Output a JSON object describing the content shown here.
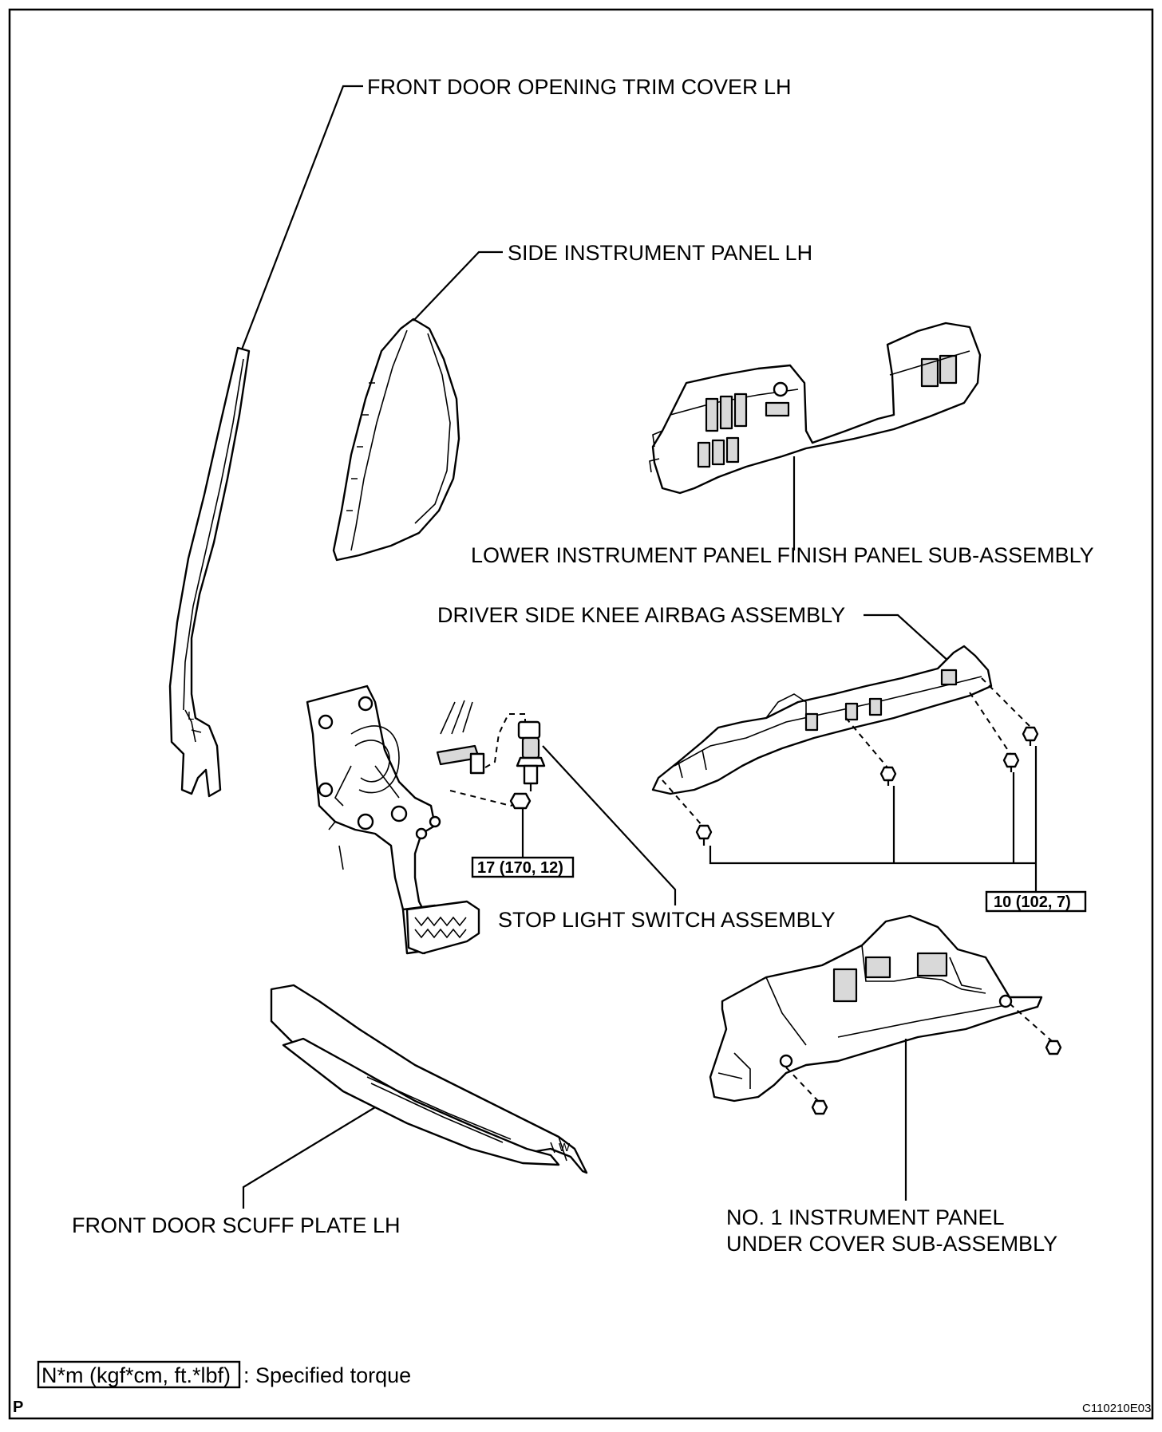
{
  "labels": {
    "front_door_opening_trim_cover": "FRONT DOOR OPENING TRIM COVER LH",
    "side_instrument_panel": "SIDE INSTRUMENT PANEL LH",
    "lower_instrument_panel_finish_panel": "LOWER INSTRUMENT PANEL FINISH PANEL SUB-ASSEMBLY",
    "driver_side_knee_airbag": "DRIVER SIDE KNEE AIRBAG ASSEMBLY",
    "stop_light_switch": "STOP LIGHT SWITCH ASSEMBLY",
    "front_door_scuff_plate": "FRONT DOOR SCUFF PLATE LH",
    "under_cover_line1": "NO. 1 INSTRUMENT PANEL",
    "under_cover_line2": "UNDER COVER SUB-ASSEMBLY"
  },
  "torques": {
    "stop_light_switch_nut": "17 (170, 12)",
    "knee_airbag_bolts": "10 (102, 7)"
  },
  "legend": {
    "unit_box": "N*m (kgf*cm, ft.*lbf)",
    "description": ": Specified torque"
  },
  "footer": {
    "page_letter": "P",
    "figure_code": "C110210E03"
  }
}
